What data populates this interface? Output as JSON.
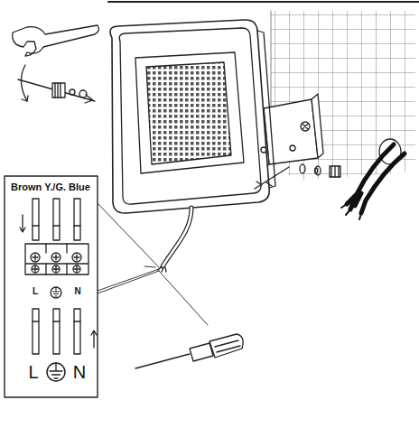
{
  "diagram": {
    "labels": [
      "Brown Y./G. Blue",
      "L",
      "N",
      "L",
      "N"
    ]
  }
}
